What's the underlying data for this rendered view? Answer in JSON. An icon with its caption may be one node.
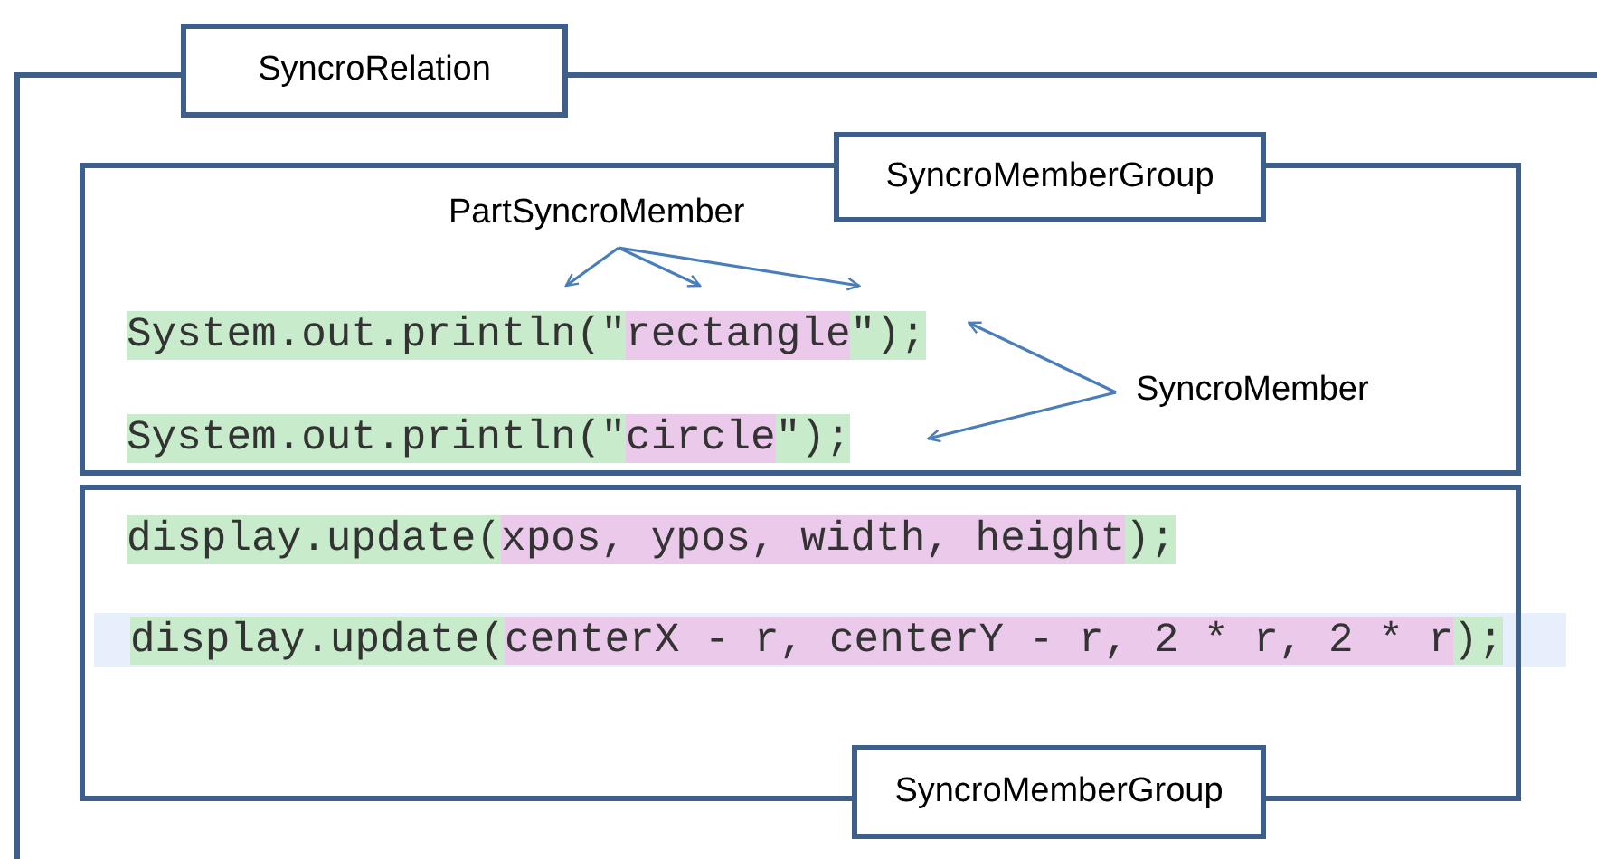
{
  "diagram": {
    "nodes": [
      {
        "text": [
          "SyncroRelation"
        ]
      },
      {
        "text": [
          "SyncroMemberGroup"
        ],
        "in": 0
      },
      {
        "text": [
          "PartSyncroMember"
        ],
        "in": 1
      },
      {
        "text": [
          "System.out.println(\"rectangle\");"
        ],
        "in": 1
      },
      {
        "text": [
          "System.out.println(\"circle\");"
        ],
        "in": 1
      },
      {
        "text": [
          "SyncroMember"
        ],
        "in": 1
      },
      {
        "text": [
          "SyncroMemberGroup"
        ],
        "in": 0
      },
      {
        "text": [
          "display.update(xpos, ypos, width, height);"
        ],
        "in": 6
      },
      {
        "text": [
          "display.update(centerX - r, centerY - r, 2 * r, 2 * r);"
        ],
        "in": 6
      }
    ],
    "edges": [
      {
        "from": 2,
        "to": 3,
        "arrow": "to"
      },
      {
        "from": 2,
        "to": 3,
        "arrow": "to"
      },
      {
        "from": 2,
        "to": 3,
        "arrow": "to"
      },
      {
        "from": 5,
        "to": 3,
        "arrow": "to"
      },
      {
        "from": 5,
        "to": 4,
        "arrow": "to"
      }
    ]
  }
}
